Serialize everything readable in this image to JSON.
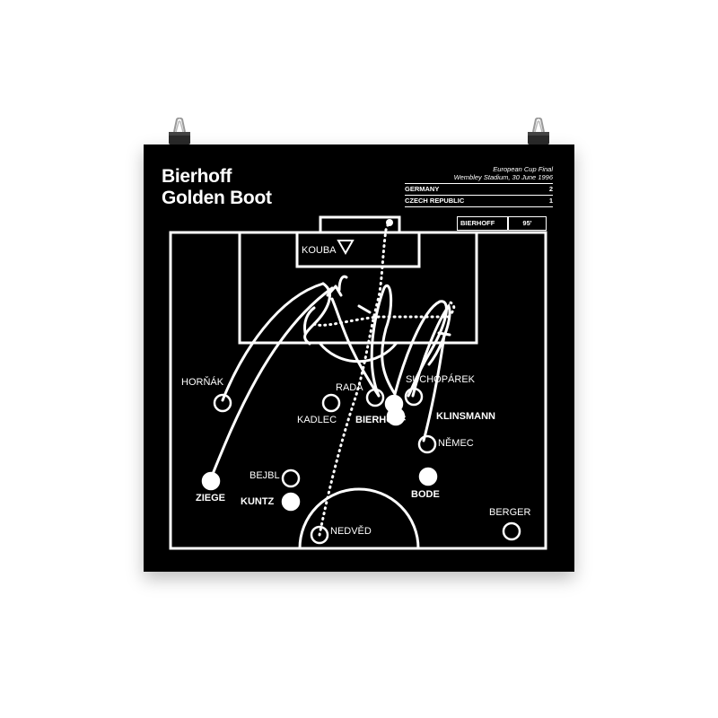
{
  "title": {
    "line1": "Bierhoff",
    "line2": "Golden Boot"
  },
  "match": {
    "competition": "European Cup Final",
    "venue": "Wembley Stadium, 30 June 1996",
    "teams": [
      {
        "name": "GERMANY",
        "score": "2"
      },
      {
        "name": "CZECH REPUBLIC",
        "score": "1"
      }
    ],
    "scorer": "BIERHOFF",
    "minute": "95'"
  },
  "players": {
    "kouba": "KOUBA",
    "hornak": "HORŇÁK",
    "rada": "RADA",
    "suchoparek": "SUCHOPÁREK",
    "kadlec": "KADLEC",
    "bierhoff": "BIERHOFF",
    "klinsmann": "KLINSMANN",
    "nemec": "NĚMEC",
    "bejbl": "BEJBL",
    "ziege": "ZIEGE",
    "kuntz": "KUNTZ",
    "bode": "BODE",
    "berger": "BERGER",
    "nedved": "NEDVĚD"
  },
  "colors": {
    "poster": "#000000",
    "lines": "#ffffff",
    "wall": "#ffffff"
  },
  "icons": {
    "clip": "binder-clip-icon",
    "ball": "soccer-ball-icon",
    "goalkeeper": "triangle-goalkeeper-icon"
  }
}
